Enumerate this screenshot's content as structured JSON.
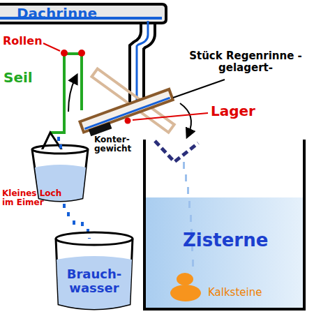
{
  "diagram": {
    "nodes": [
      {
        "text": [
          "Dachrinne"
        ]
      },
      {
        "text": [
          "Zisterne",
          "Kalksteine"
        ]
      },
      {
        "text": [
          "Brauch- wasser"
        ]
      }
    ],
    "labels": [
      "Rollen",
      "Seil",
      "Stück Regenrinne -gelagert-",
      "Lager",
      "Konter- gewicht",
      "Kleines Loch im Eimer"
    ]
  }
}
